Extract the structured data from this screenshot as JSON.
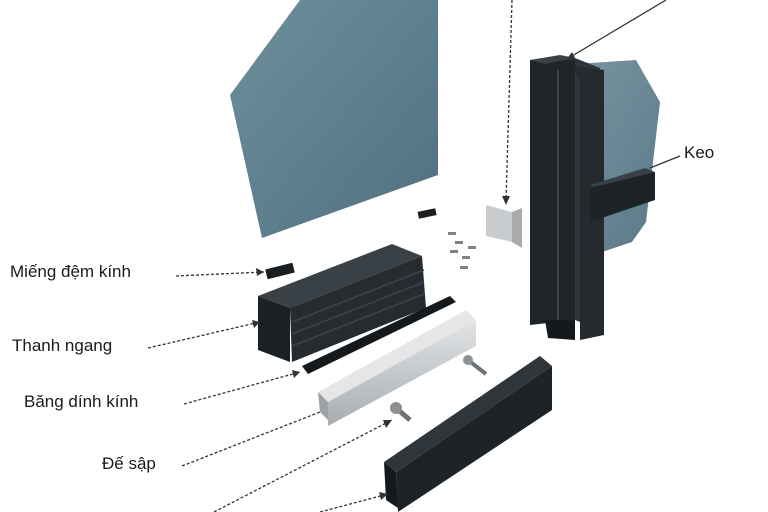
{
  "diagram": {
    "labels": {
      "mieng_dem_kinh": "Miếng đệm kính",
      "thanh_ngang": "Thanh ngang",
      "bang_dinh_kinh": "Băng dính kính",
      "de_sap": "Đế sập",
      "keo": "Keo"
    },
    "colors": {
      "glass": "#5f7f8e",
      "glass_edge": "#4d6b79",
      "aluminum_dark": "#1e2327",
      "aluminum_mid": "#2b3136",
      "tape_silver": "#c9ccce",
      "leader_line": "#333333"
    }
  }
}
